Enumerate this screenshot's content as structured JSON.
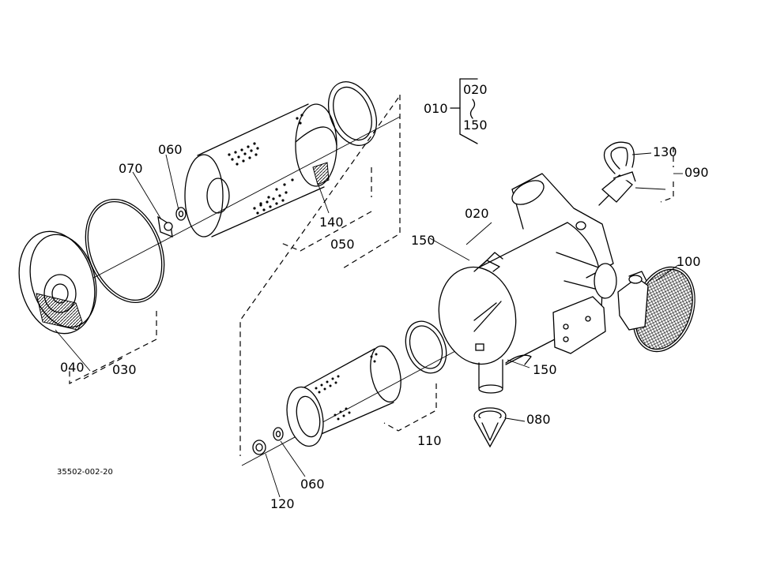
{
  "drawing_code": "35502-002-20",
  "callouts": {
    "c010": "010",
    "c020_top": "020",
    "c150_top": "150",
    "c130": "130",
    "c090": "090",
    "c020": "020",
    "c150_left": "150",
    "c100": "100",
    "c150_right": "150",
    "c080": "080",
    "c060_top": "060",
    "c070": "070",
    "c140": "140",
    "c050": "050",
    "c040": "040",
    "c030": "030",
    "c110": "110",
    "c060_bottom": "060",
    "c120": "120"
  }
}
